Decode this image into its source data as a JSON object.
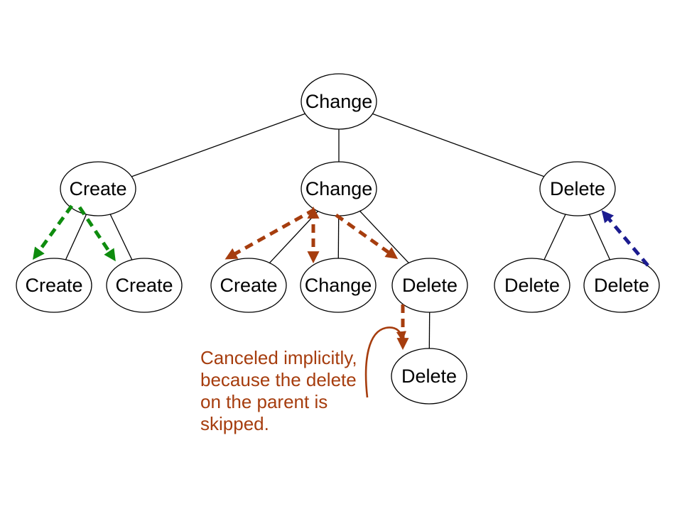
{
  "diagram": {
    "background": "#FFFFFF",
    "nodes": [
      {
        "id": "root",
        "label": "Change"
      },
      {
        "id": "l2-create",
        "label": "Create"
      },
      {
        "id": "l2-change",
        "label": "Change"
      },
      {
        "id": "l2-delete",
        "label": "Delete"
      },
      {
        "id": "l3-create-a",
        "label": "Create"
      },
      {
        "id": "l3-create-b",
        "label": "Create"
      },
      {
        "id": "l3-create-c",
        "label": "Create"
      },
      {
        "id": "l3-change",
        "label": "Change"
      },
      {
        "id": "l3-delete-a",
        "label": "Delete"
      },
      {
        "id": "l3-delete-b",
        "label": "Delete"
      },
      {
        "id": "l3-delete-c",
        "label": "Delete"
      },
      {
        "id": "l4-delete",
        "label": "Delete"
      }
    ],
    "colors": {
      "green_arrow": "#0E8C0E",
      "brown_arrow": "#A63D0E",
      "navy_arrow": "#1C1C90",
      "node_stroke": "#000000",
      "annotation_text": "#A63D0E"
    },
    "annotation": {
      "lines": [
        "Canceled implicitly,",
        "because the delete",
        "on the parent is",
        "skipped."
      ]
    }
  }
}
